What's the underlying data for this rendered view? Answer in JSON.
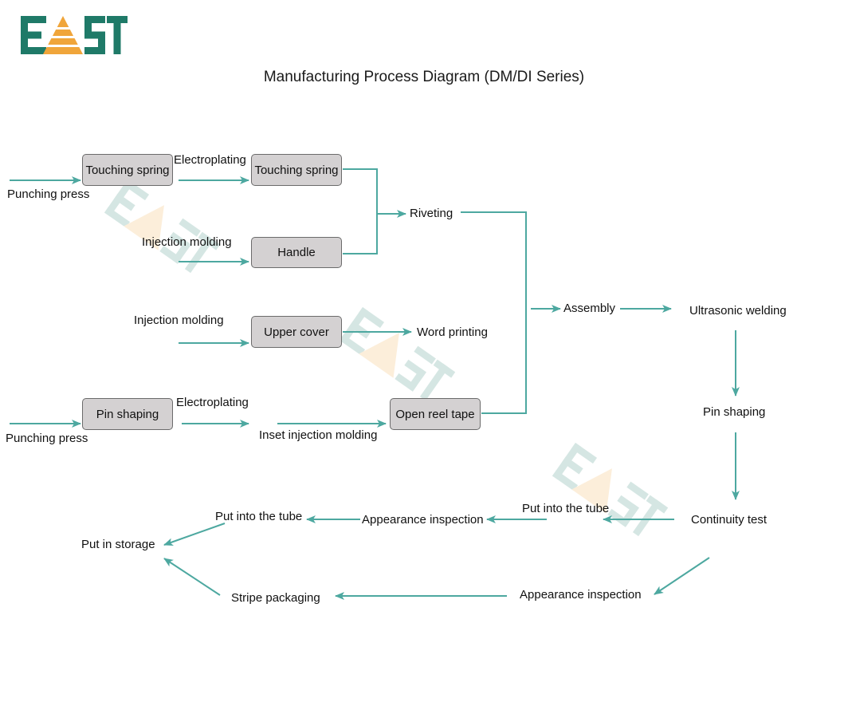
{
  "header": {
    "logo_text": "EAST",
    "title": "Manufacturing Process Diagram (DM/DI Series)"
  },
  "boxes": {
    "touching_spring_1": "Touching spring",
    "touching_spring_2": "Touching spring",
    "handle": "Handle",
    "upper_cover": "Upper cover",
    "pin_shaping": "Pin shaping",
    "open_reel_tape": "Open reel tape"
  },
  "labels": {
    "punching_press_1": "Punching press",
    "electroplating_1": "Electroplating",
    "injection_molding_1": "Injection molding",
    "riveting": "Riveting",
    "injection_molding_2": "Injection molding",
    "word_printing": "Word printing",
    "assembly": "Assembly",
    "ultrasonic_welding": "Ultrasonic welding",
    "punching_press_2": "Punching press",
    "electroplating_2": "Electroplating",
    "inset_injection_molding": "Inset injection molding",
    "pin_shaping_step": "Pin shaping",
    "continuity_test": "Continuity test",
    "put_into_tube_1": "Put into the tube",
    "appearance_inspection_1": "Appearance inspection",
    "put_into_tube_2": "Put into the tube",
    "put_in_storage": "Put in storage",
    "appearance_inspection_2": "Appearance inspection",
    "stripe_packaging": "Stripe packaging"
  },
  "colors": {
    "arrow": "#4da8a0",
    "box_fill": "#d4d1d2",
    "logo_green": "#1f7a68",
    "logo_orange": "#f0a53a"
  }
}
